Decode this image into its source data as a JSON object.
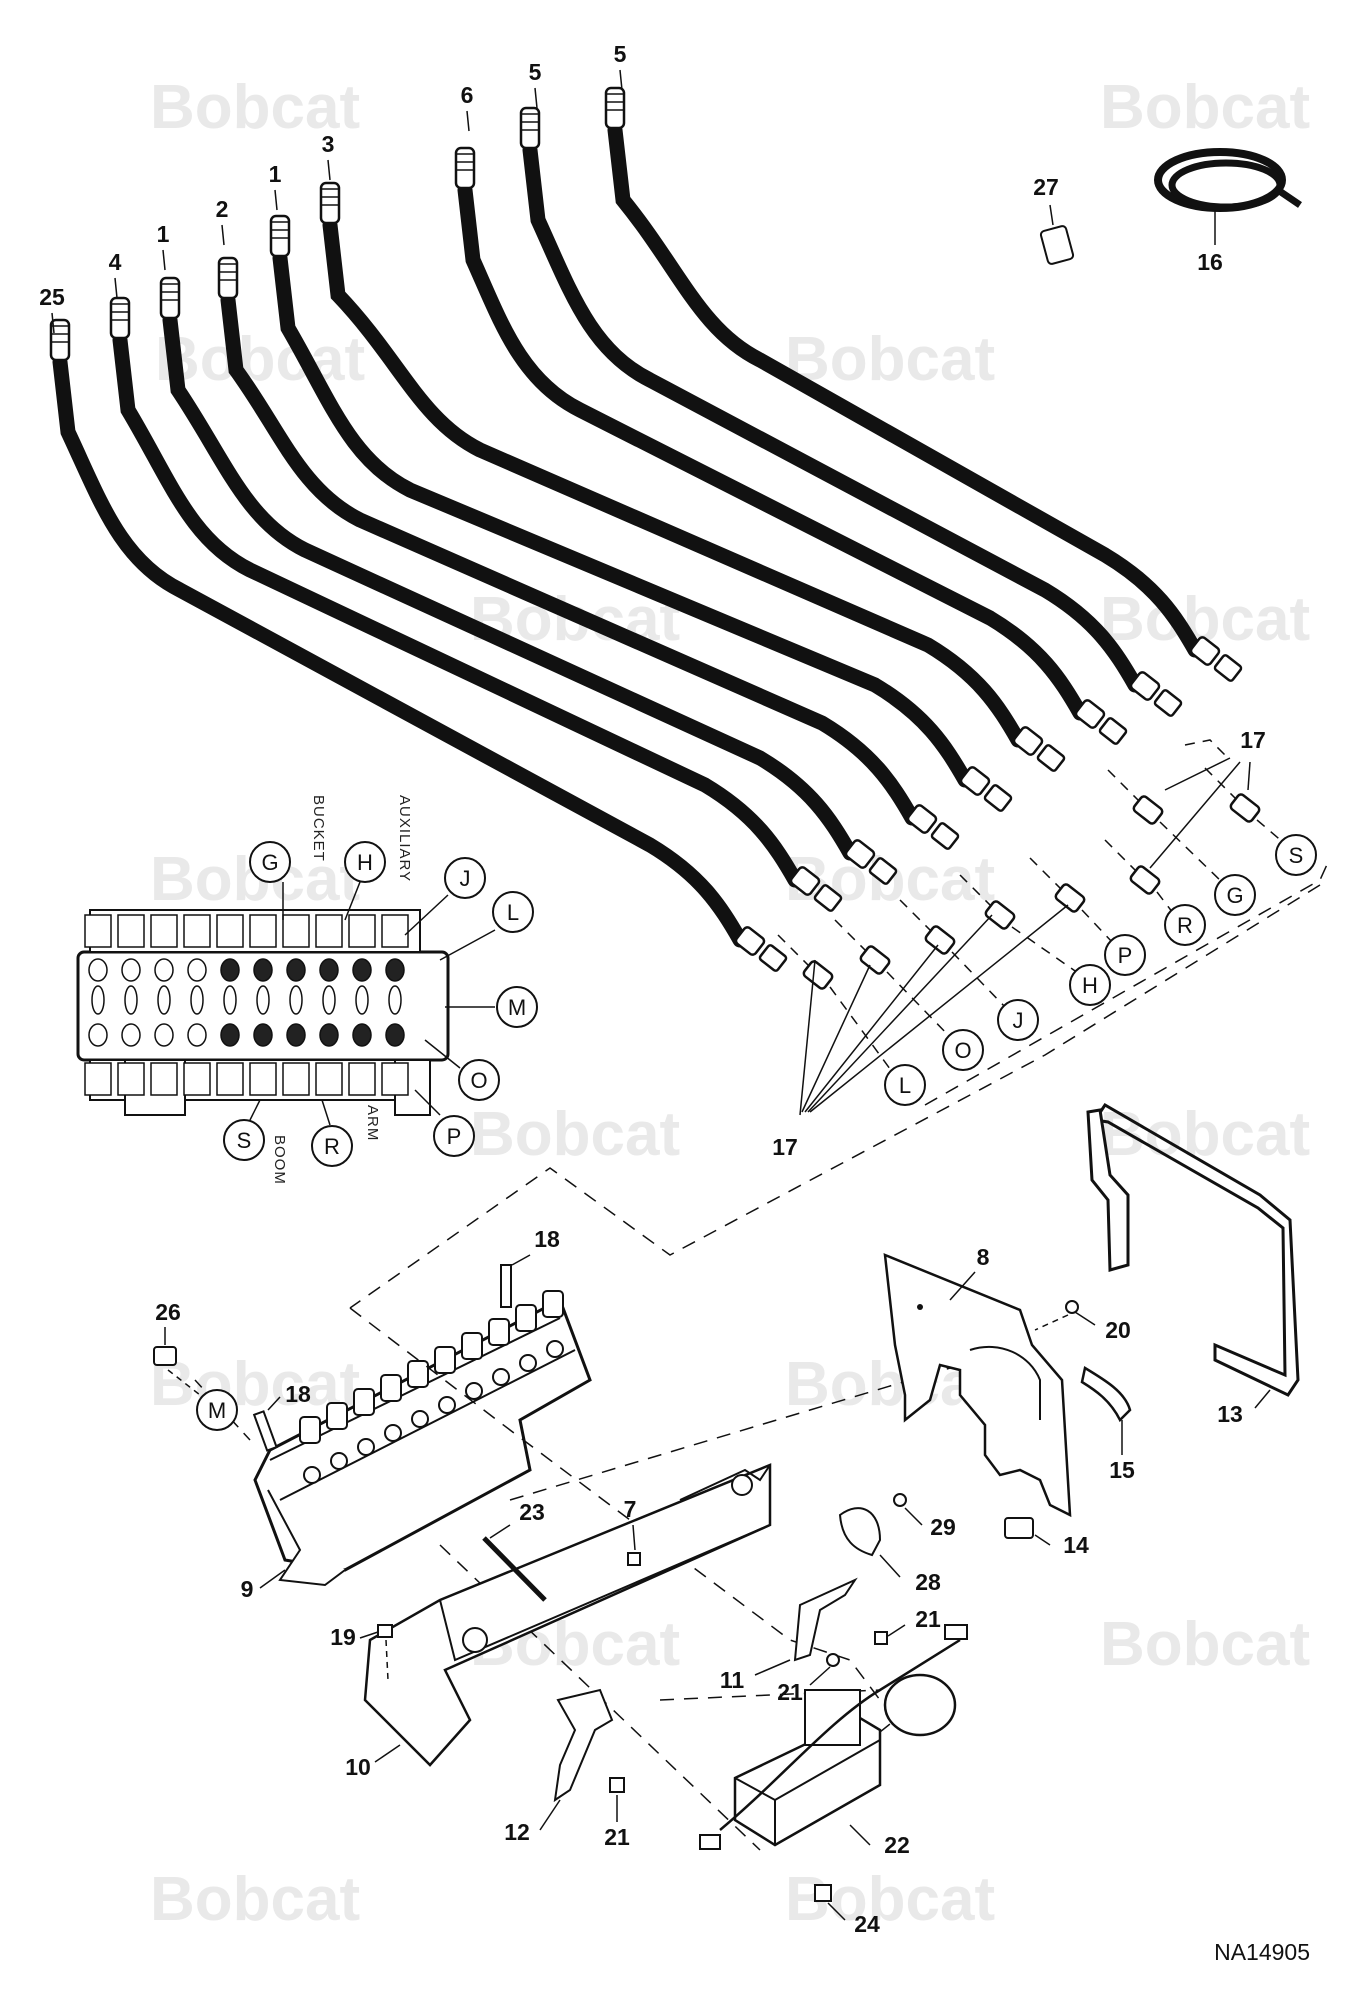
{
  "watermark": "Bobcat",
  "drawing_code": "NA14905",
  "hose_labels": [
    "25",
    "4",
    "1",
    "2",
    "1",
    "3",
    "6",
    "5",
    "5"
  ],
  "port_letters": [
    "L",
    "O",
    "J",
    "H",
    "P",
    "R",
    "G",
    "S"
  ],
  "valve_ports": [
    "G",
    "H",
    "J",
    "L",
    "M",
    "O",
    "P",
    "R",
    "S"
  ],
  "valve_section_labels": [
    "BUCKET",
    "AUXILIARY",
    "BOOM",
    "ARM"
  ],
  "callouts": {
    "c16": "16",
    "c27": "27",
    "c17a": "17",
    "c17b": "17",
    "c18a": "18",
    "c18b": "18",
    "c26": "26",
    "cM": "M",
    "c9": "9",
    "c8": "8",
    "c20": "20",
    "c13": "13",
    "c15": "15",
    "c14": "14",
    "c23": "23",
    "c7": "7",
    "c29": "29",
    "c28": "28",
    "c19": "19",
    "c10": "10",
    "c11": "11",
    "c21a": "21",
    "c21b": "21",
    "c21c": "21",
    "c12": "12",
    "c22": "22",
    "c24": "24"
  }
}
